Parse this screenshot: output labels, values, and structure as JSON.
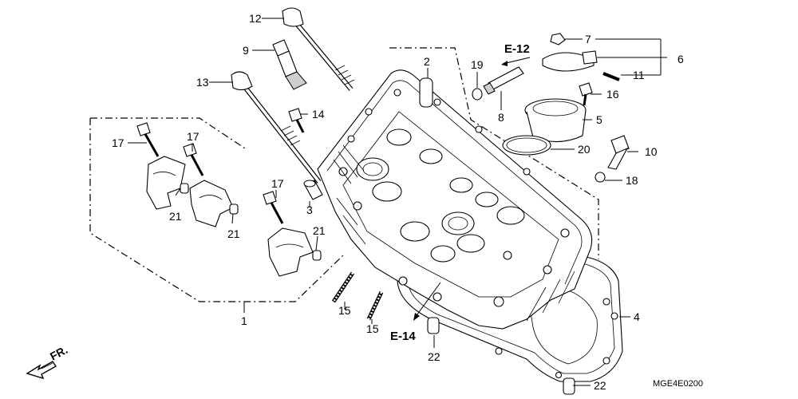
{
  "diagram": {
    "code": "MGE4E0200",
    "front_label": "FR.",
    "refs": {
      "e12": "E-12",
      "e14": "E-14"
    },
    "labels": {
      "n1": "1",
      "n2": "2",
      "n3": "3",
      "n4": "4",
      "n5": "5",
      "n6": "6",
      "n7": "7",
      "n8": "8",
      "n9": "9",
      "n10": "10",
      "n11": "11",
      "n12": "12",
      "n13": "13",
      "n14": "14",
      "n15a": "15",
      "n15b": "15",
      "n16": "16",
      "n17a": "17",
      "n17b": "17",
      "n17c": "17",
      "n18": "18",
      "n19": "19",
      "n20": "20",
      "n21a": "21",
      "n21b": "21",
      "n21c": "21",
      "n22a": "22",
      "n22b": "22"
    }
  }
}
